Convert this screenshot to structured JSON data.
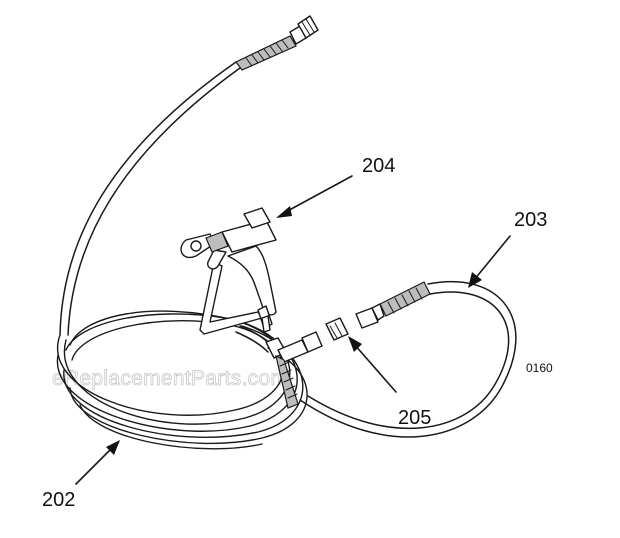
{
  "diagram": {
    "callouts": {
      "hose_main": "202",
      "whip_hose": "203",
      "spray_gun": "204",
      "swivel_fitting": "205"
    },
    "drawing_code": "0160",
    "watermark": "eReplacementParts.com"
  }
}
